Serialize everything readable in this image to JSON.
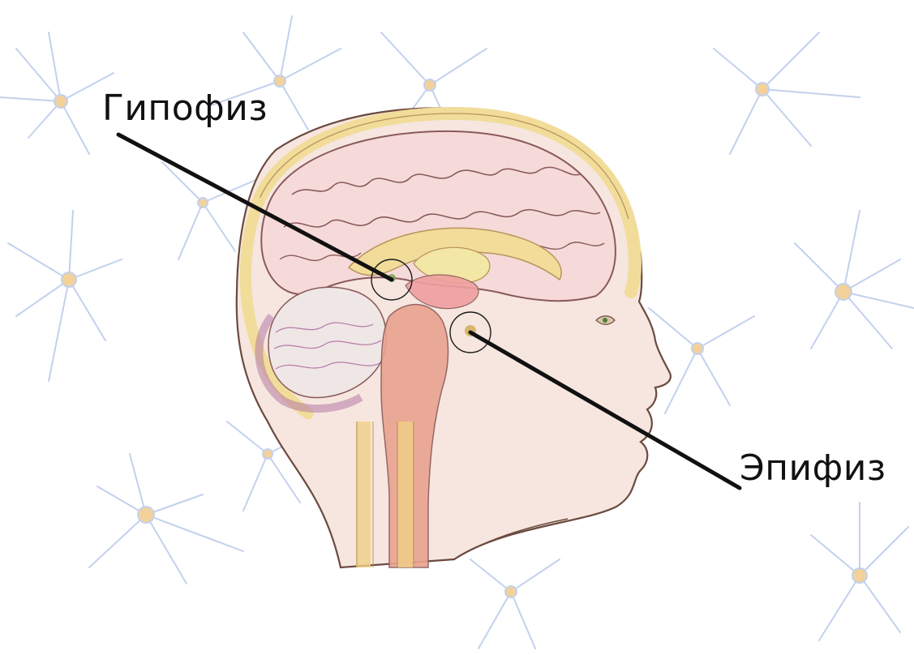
{
  "labels": {
    "pituitary": "Гипофиз",
    "pineal": "Эпифиз"
  },
  "colors": {
    "background": "#ffffff",
    "neuron": "#b9c9ea",
    "neuron_body": "#f1c98a",
    "skin": "#f6e6df",
    "skull": "#f1dc9a",
    "brain": "#f6dada",
    "brain_outline": "#8a5a5a",
    "cerebellum": "#b57aa6",
    "brainstem": "#e9a38f",
    "spinal_cord": "#f0cf86",
    "pointer_line": "#111111"
  },
  "icons": {
    "neuron": "neuron-illustration",
    "head": "sagittal-head-illustration",
    "circle_marker": "circle-marker"
  }
}
